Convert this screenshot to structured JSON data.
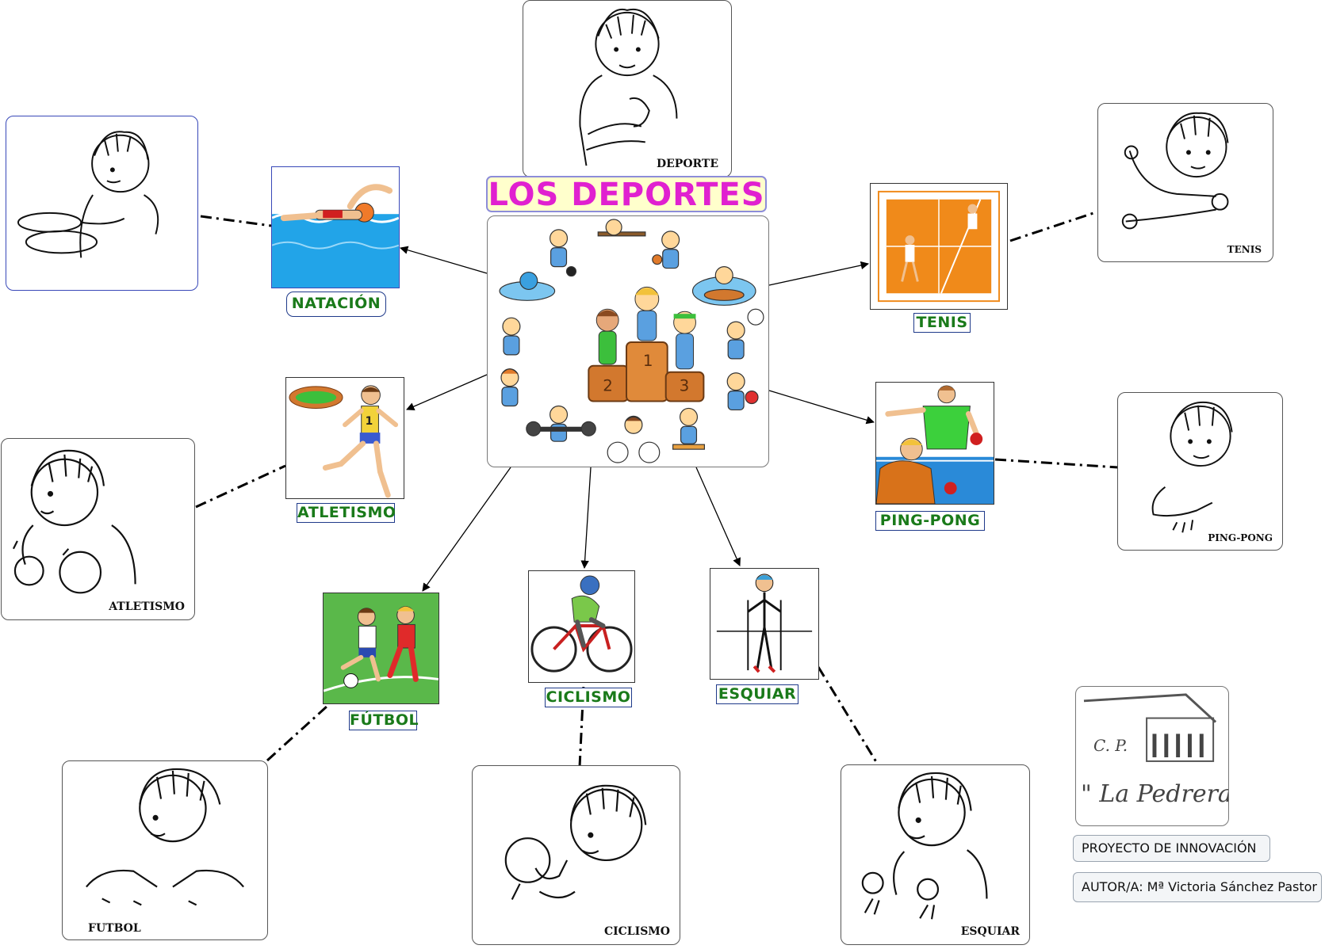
{
  "title": "LOS DEPORTES",
  "center": {
    "name": "sports-collage",
    "podium": [
      "1",
      "2",
      "3"
    ]
  },
  "sign_captions": {
    "deporte": "DEPORTE",
    "tenis": "TENIS",
    "atletismo": "ATLETISMO",
    "pingpong": "PING-PONG",
    "futbol": "FUTBOL",
    "ciclismo": "CICLISMO",
    "esquiar": "ESQUIAR"
  },
  "sports": {
    "natacion": "NATACIÓN",
    "tenis": "TENIS",
    "atletismo": "ATLETISMO",
    "pingpong": "PING-PONG",
    "futbol": "FÚTBOL",
    "ciclismo": "CICLISMO",
    "esquiar": "ESQUIAR"
  },
  "athlete_number": "1",
  "school": {
    "line1": "C. P.",
    "line2": "\" La Pedrera\""
  },
  "project": "PROYECTO DE INNOVACIÓN",
  "author": "AUTOR/A: Mª Victoria Sánchez Pastor",
  "colors": {
    "title": "#e020d0",
    "label_text": "#1a7a1a",
    "label_border": "#1f3a8a",
    "title_bg": "#ffffcc"
  }
}
